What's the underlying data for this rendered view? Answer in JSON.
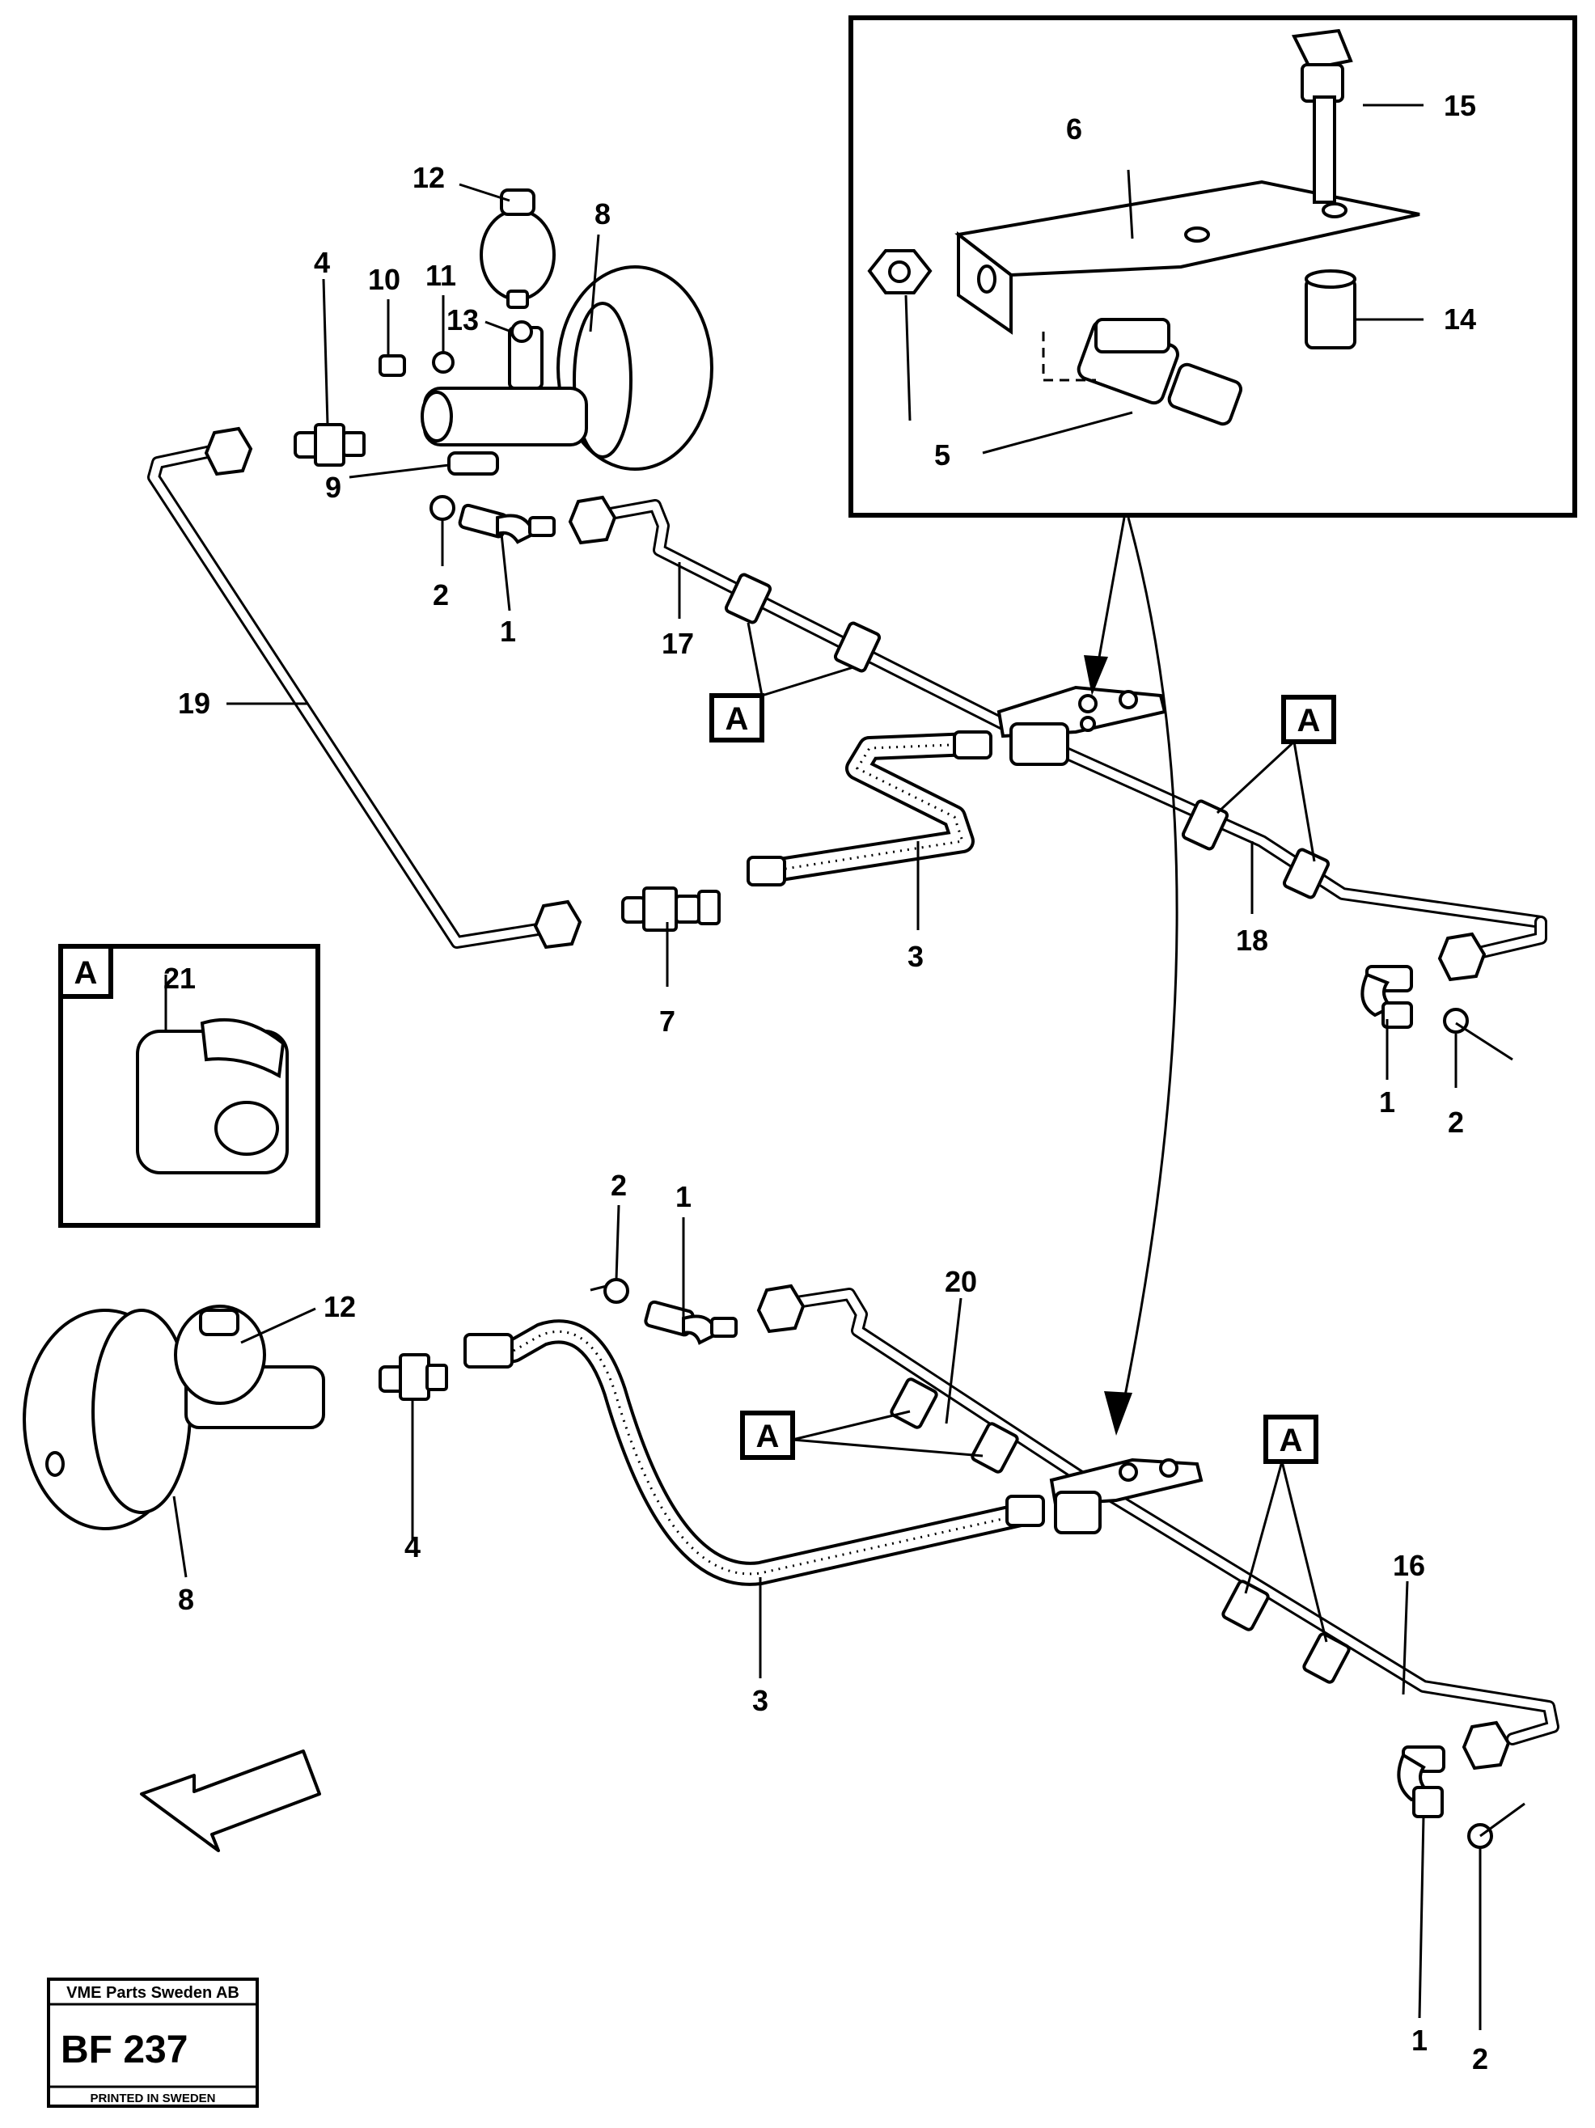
{
  "callouts": {
    "top": {
      "c12": "12",
      "c8": "8",
      "c4": "4",
      "c10": "10",
      "c11": "11",
      "c13": "13",
      "c9": "9",
      "c2": "2",
      "c1": "1",
      "c17": "17",
      "c19": "19",
      "c3": "3",
      "c7": "7",
      "c18": "18",
      "c1r": "1",
      "c2r": "2"
    },
    "detail": {
      "c6": "6",
      "c15": "15",
      "c14": "14",
      "c5": "5"
    },
    "clip_inset": {
      "c21": "21"
    },
    "bottom": {
      "c2": "2",
      "c1": "1",
      "c20": "20",
      "c12": "12",
      "c4": "4",
      "c8": "8",
      "c3": "3",
      "c16": "16",
      "c1r": "1",
      "c2r": "2"
    }
  },
  "clip_tag": "A",
  "title_block": {
    "company": "VME Parts Sweden AB",
    "code": "BF 237",
    "printed": "PRINTED IN SWEDEN"
  }
}
